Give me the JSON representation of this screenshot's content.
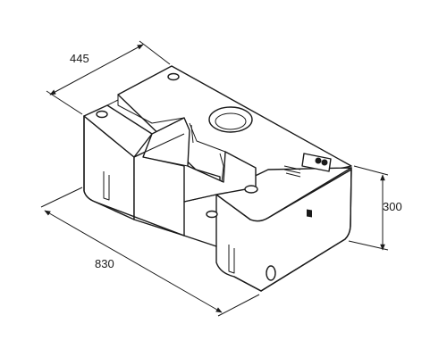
{
  "dimensions": {
    "depth": "445",
    "length": "830",
    "height": "300"
  }
}
